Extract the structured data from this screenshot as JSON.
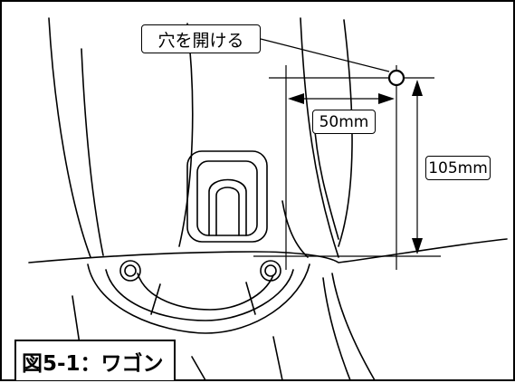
{
  "callout_label": "穴を開ける",
  "dimension_horizontal": "50mm",
  "dimension_vertical": "105mm",
  "caption": "図5-1：ワゴン"
}
